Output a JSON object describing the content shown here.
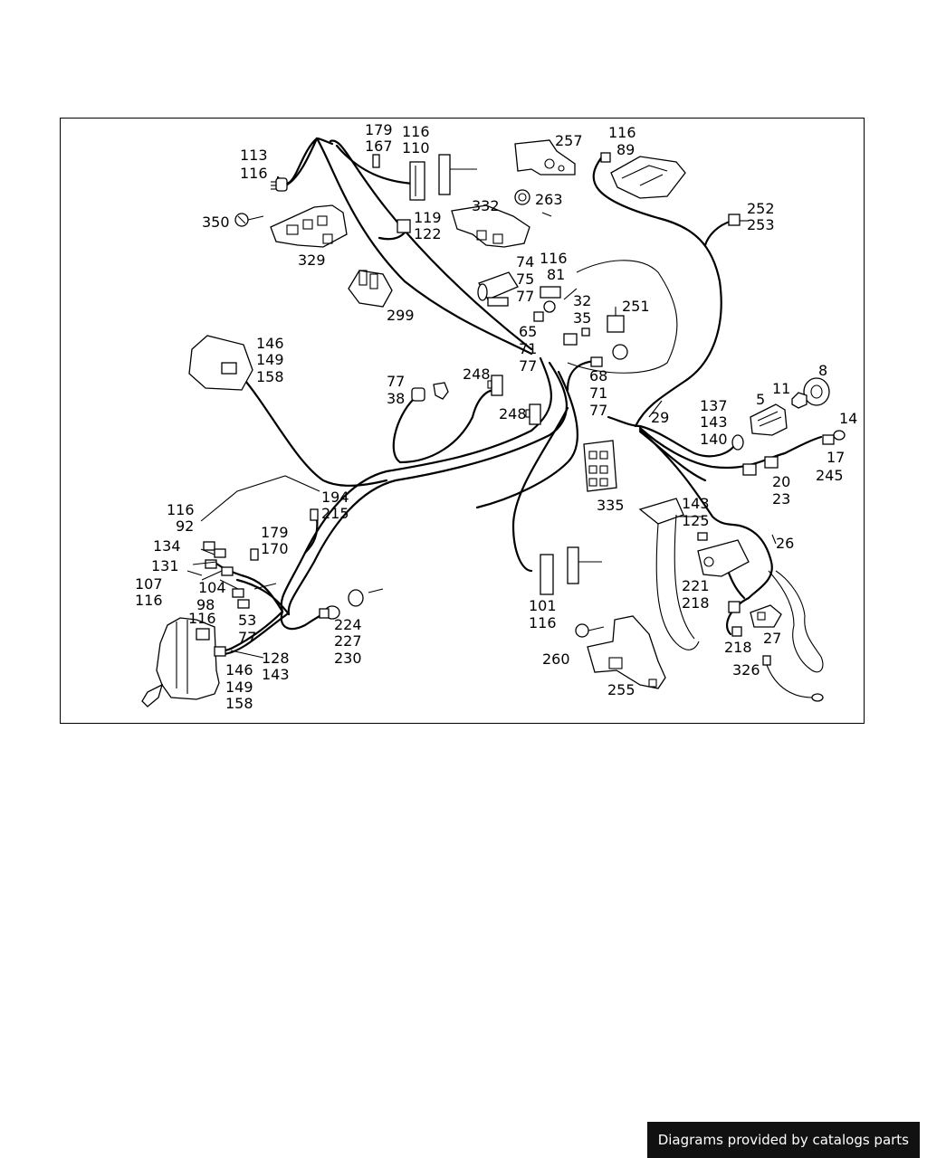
{
  "labels": {
    "l113": "113",
    "l116a": "116",
    "l179a": "179",
    "l167": "167",
    "l116b": "116",
    "l110": "110",
    "l257": "257",
    "l116c": "116",
    "l89": "89",
    "l350": "350",
    "l329": "329",
    "l119": "119",
    "l122": "122",
    "l332": "332",
    "l263": "263",
    "l252": "252",
    "l253": "253",
    "l74": "74",
    "l75a": "75",
    "l77a": "77",
    "l116d": "116",
    "l81": "81",
    "l299": "299",
    "l32": "32",
    "l35": "35",
    "l251": "251",
    "l65": "65",
    "l71a": "71",
    "l77b": "77",
    "l146a": "146",
    "l149a": "149",
    "l158a": "158",
    "l77c": "77",
    "l38": "38",
    "l248a": "248",
    "l248b": "248",
    "l68": "68",
    "l71b": "71",
    "l77d": "77",
    "l8": "8",
    "l11": "11",
    "l5": "5",
    "l137": "137",
    "l143a": "143",
    "l140": "140",
    "l29": "29",
    "l14": "14",
    "l17": "17",
    "l245": "245",
    "l20": "20",
    "l23": "23",
    "l194": "194",
    "l215": "215",
    "l116e": "116",
    "l92": "92",
    "l179b": "179",
    "l170": "170",
    "l335": "335",
    "l143b": "143",
    "l125": "125",
    "l26": "26",
    "l134": "134",
    "l131": "131",
    "l107": "107",
    "l116f": "116",
    "l104": "104",
    "l98": "98",
    "l116g": "116",
    "l53": "53",
    "l77e": "77",
    "l224": "224",
    "l227": "227",
    "l230": "230",
    "l101": "101",
    "l116h": "116",
    "l221": "221",
    "l218a": "218",
    "l27": "27",
    "l218b": "218",
    "l326": "326",
    "l260": "260",
    "l255": "255",
    "l128": "128",
    "l143c": "143",
    "l146b": "146",
    "l149b": "149",
    "l158b": "158"
  },
  "footer": {
    "text": "Diagrams provided by catalogs parts"
  }
}
